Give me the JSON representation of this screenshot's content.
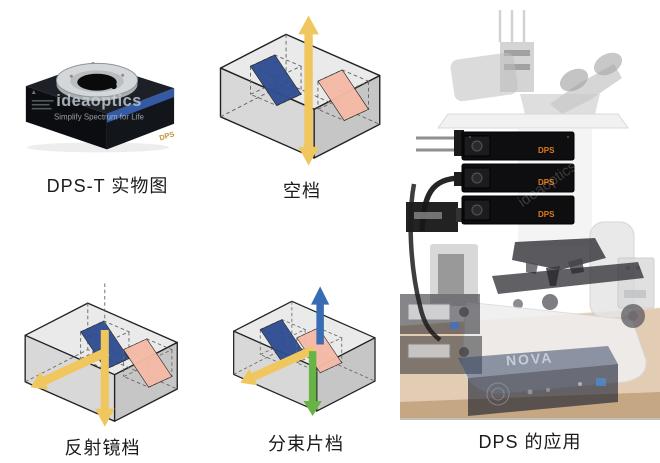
{
  "captions": {
    "product": "DPS-T 实物图",
    "empty_slot": "空档",
    "mirror_slot": "反射镜档",
    "splitter_slot": "分束片档",
    "application": "DPS 的应用"
  },
  "product_photo": {
    "brand_watermark": "ideaoptics",
    "brand_tagline": "Simplify Spectrum for Life",
    "device_label": "DPS"
  },
  "application_photo": {
    "module_labels": [
      "DPS",
      "DPS",
      "DPS"
    ],
    "spectrometer_label": "NOVA",
    "watermark": "ideaoptics"
  },
  "colors": {
    "beam_yellow": "#EFC75E",
    "mirror_blue": "#2E4D92",
    "arrow_blue": "#3A6CB4",
    "arrow_green": "#67B346",
    "splitter_pink": "#F5BBA6",
    "box_top": "#EAEAEA",
    "box_left": "#D8D8D8",
    "box_right": "#C6C6C6",
    "box_edge": "#222222",
    "dash_gray": "#666666",
    "caption_text": "#1A1A1A",
    "dps_orange": "#E07B1A",
    "table_wood": "#C89A69"
  }
}
